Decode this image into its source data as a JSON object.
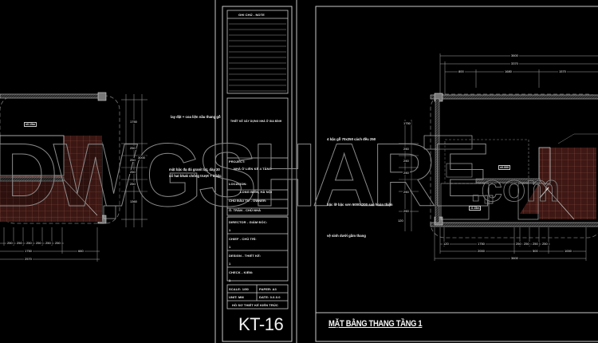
{
  "canvas": {
    "background": "#000000",
    "line_color": "#bdbdbd",
    "hatch_color": "#7a3a32"
  },
  "watermark": {
    "text": "DWGSHARE",
    "suffix": ".com"
  },
  "left_plan": {
    "notes": [
      "lay đặt + coa liện nầu thang gỗ",
      "mặt bậc đạ đá granit lạt, dày 30",
      "cổ hat bhak chống trượt + 3 bậc"
    ],
    "level_tag": "±0.15m",
    "bottom_dims_row1": [
      "250",
      "250",
      "250",
      "250",
      "250",
      "250",
      "250"
    ],
    "bottom_dims_row2": [
      "1750",
      "660"
    ],
    "bottom_dims_row3": [
      "2570"
    ],
    "side_dims": [
      "85",
      "1750",
      "250",
      "250",
      "250",
      "250",
      "250",
      "1360",
      "85",
      "3000"
    ]
  },
  "title_block": {
    "header": "GHI CHÚ - NOTE",
    "company": "THIẾT KẾ XÂY DỰNG NHÀ Ở GIA ĐÌNH",
    "project_label": "PROJECT:",
    "project_value": "NHÀ Ở LIỀN KỀ 4 TẦNG",
    "location_label": "LOCATION:",
    "location_value": "LONG BIÊN, HÀ NỘI",
    "owner_label": "CHỦ ĐẦU TƯ - OWNER:",
    "owner_value": "Ô. TRẦN - CHỦ NHÀ",
    "director_label": "DIRECTOR - GIÁM ĐỐC:",
    "director_value": "1",
    "chief_label": "CHIEF - CHỦ TRÌ:",
    "chief_value": "1",
    "design_label": "DESIGN - THIẾT KẾ:",
    "design_value": "1",
    "check_label": "CHECK - KIỂM:",
    "check_value": "1",
    "scale": "SCALE: 1/50",
    "paper": "PAPER: A3",
    "unit": "UNIT: MM",
    "date": "DATE: 0.0.0.0",
    "dossier": "HỒ SƠ THIẾT KẾ KIẾN TRÚC",
    "sheet_code": "KT-16"
  },
  "right_plan": {
    "title": "MẶT BẰNG THANG TẦNG 1",
    "notes": [
      "4 bậc gỗ 70x250 cách đều 250",
      "bậc lỡ bậc sơn 5000x200 sau hoàn thiện",
      "vệ sinh dưới gầm thang"
    ],
    "level_tags": [
      "±0.000",
      "-0.15m"
    ],
    "top_dims": [
      "3600",
      "3370",
      "800",
      "1680",
      "1570"
    ],
    "bottom_dims_row1": [
      "120",
      "1750",
      "250",
      "250",
      "250",
      "250"
    ],
    "bottom_dims_row2": [
      "2000",
      "500",
      "1000"
    ],
    "bottom_dims_row3": [
      "3600"
    ],
    "side_dims": [
      "1750",
      "250",
      "250",
      "250",
      "250",
      "250",
      "250",
      "120"
    ]
  }
}
